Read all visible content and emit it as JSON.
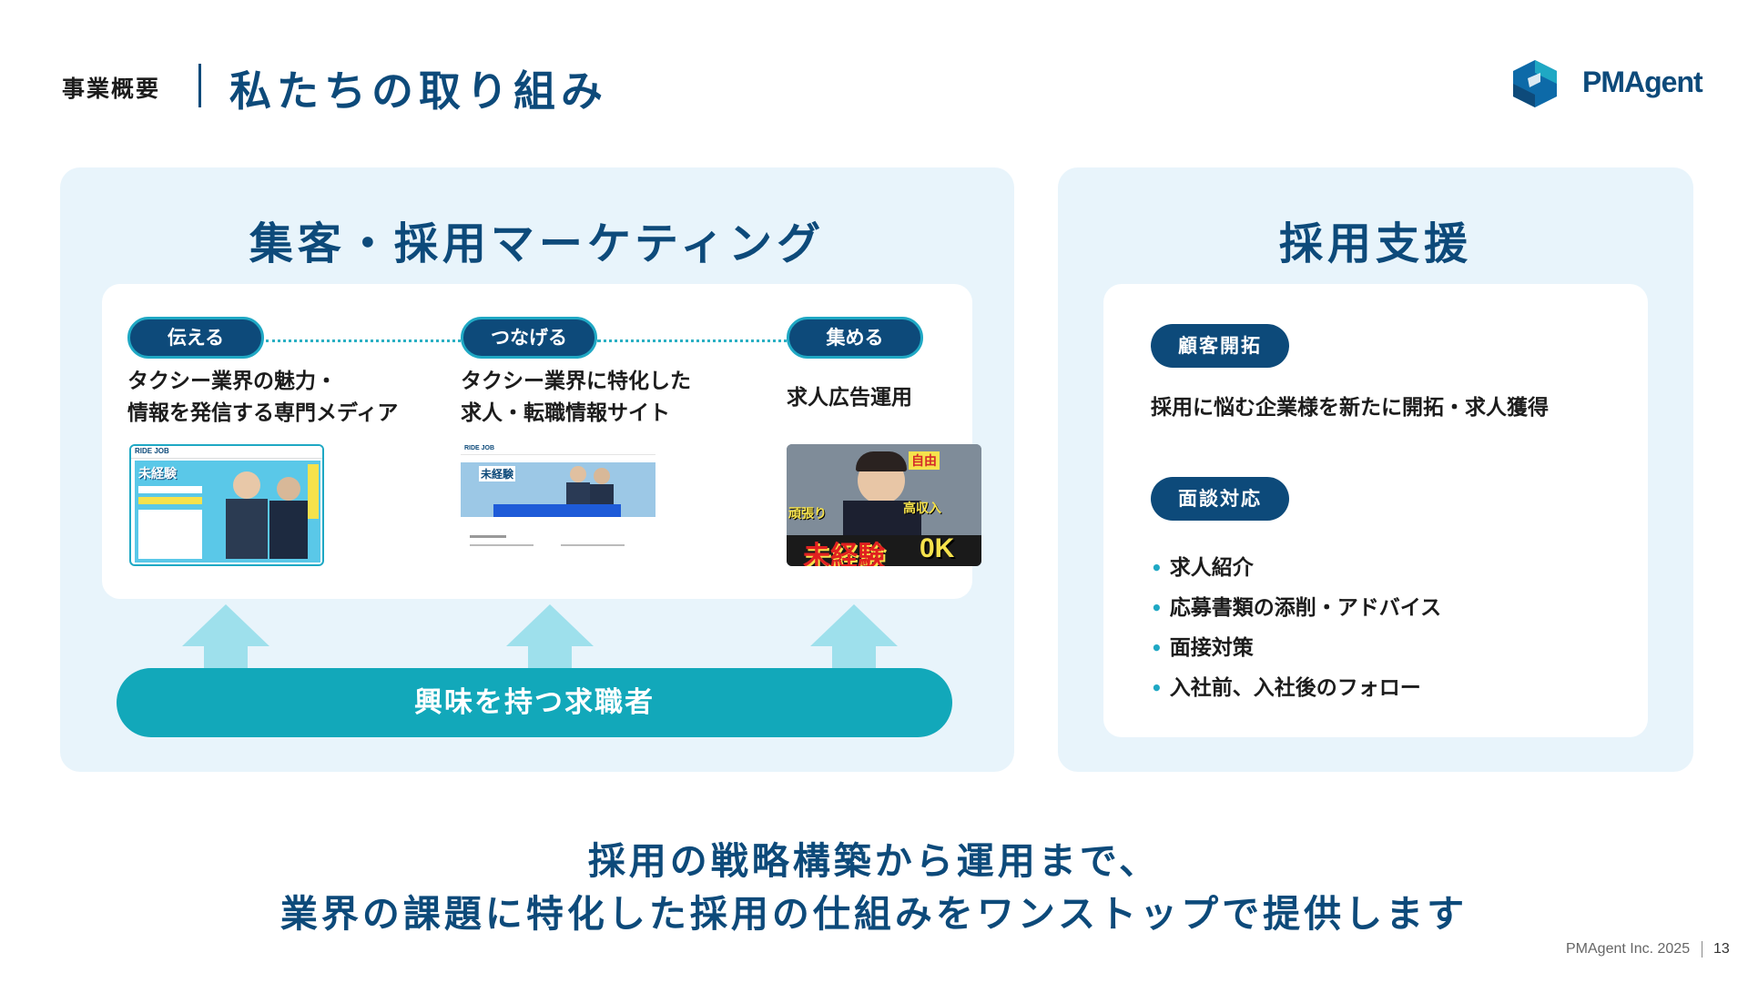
{
  "header": {
    "section": "事業概要",
    "title": "私たちの取り組み",
    "logo_text": "PMAgent"
  },
  "marketing": {
    "heading": "集客・採用マーケティング",
    "columns": [
      {
        "pill": "伝える",
        "text": "タクシー業界の魅力・\n情報を発信する専門メディア",
        "thumb_brand": "RIDE JOB",
        "thumb_caption": "未経験"
      },
      {
        "pill": "つなげる",
        "text": "タクシー業界に特化した\n求人・転職情報サイト",
        "thumb_brand": "RIDE JOB",
        "thumb_caption": "未経験"
      },
      {
        "pill": "集める",
        "text": "求人広告運用",
        "thumb_caption": "未経験",
        "thumb_tags": [
          "自由",
          "頑張り",
          "高収入",
          "0K"
        ]
      }
    ],
    "seeker_label": "興味を持つ求職者"
  },
  "support": {
    "heading": "採用支援",
    "tag1": "顧客開拓",
    "tag1_text": "採用に悩む企業様を新たに開拓・求人獲得",
    "tag2": "面談対応",
    "bullets": [
      "求人紹介",
      "応募書類の添削・アドバイス",
      "面接対策",
      "入社前、入社後のフォロー"
    ]
  },
  "bottom": {
    "line1": "採用の戦略構築から運用まで、",
    "line2": "業界の課題に特化した採用の仕組みをワンストップで提供します"
  },
  "footer": {
    "copyright": "PMAgent Inc. 2025",
    "page": "13"
  },
  "colors": {
    "navy": "#0d4a7a",
    "teal": "#12a8ba",
    "panel_bg": "#e8f4fb",
    "arrow": "#9ee0ec"
  }
}
